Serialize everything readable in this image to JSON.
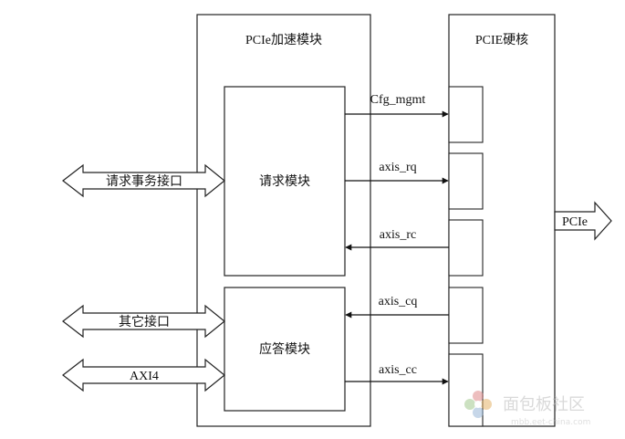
{
  "blocks": {
    "accelerator": {
      "title": "PCIe加速模块"
    },
    "request": {
      "label": "请求模块"
    },
    "response": {
      "label": "应答模块"
    },
    "core": {
      "title": "PCIE硬核"
    }
  },
  "signals": [
    {
      "label": "Cfg_mgmt",
      "direction": "to-core"
    },
    {
      "label": "axis_rq",
      "direction": "to-core"
    },
    {
      "label": "axis_rc",
      "direction": "from-core"
    },
    {
      "label": "axis_cq",
      "direction": "from-core"
    },
    {
      "label": "axis_cc",
      "direction": "to-core"
    }
  ],
  "external": {
    "request_if": "请求事务接口",
    "other_if": "其它接口",
    "axi4": "AXI4",
    "pcie_out": "PCIe"
  },
  "watermark": {
    "text": "面包板社区",
    "url": "mbb.eet-china.com"
  }
}
